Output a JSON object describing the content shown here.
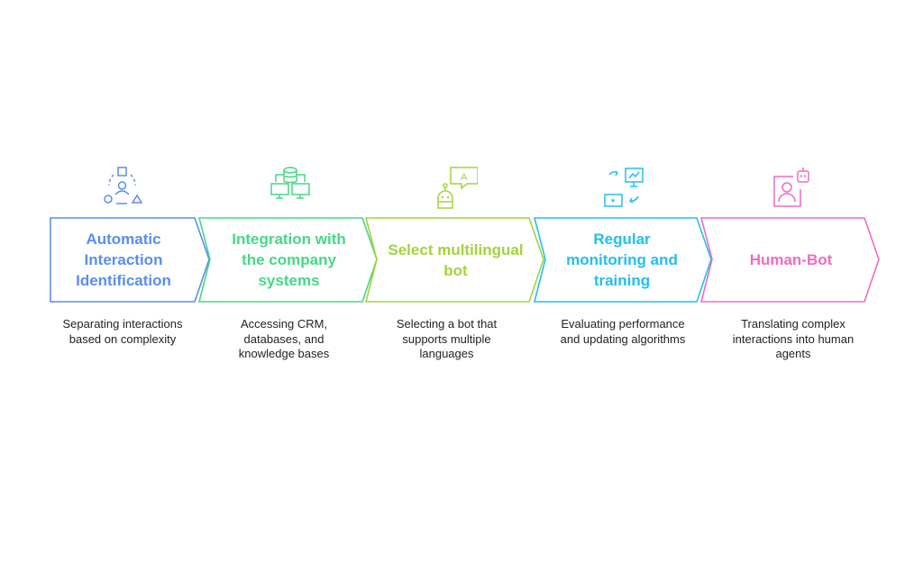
{
  "steps": [
    {
      "title": "Automatic Interaction Identification",
      "description": "Separating interactions based on complexity",
      "color": "#5b8def",
      "icon": "user-shapes-icon"
    },
    {
      "title": "Integration with the company systems",
      "description": "Accessing CRM, databases, and knowledge bases",
      "color": "#45d886",
      "icon": "database-network-icon"
    },
    {
      "title": "Select multilingual bot",
      "description": "Selecting a bot that supports multiple languages",
      "color": "#a2d43c",
      "icon": "robot-translate-icon"
    },
    {
      "title": "Regular monitoring and training",
      "description": "Evaluating performance and updating algorithms",
      "color": "#22bff0",
      "icon": "monitor-cycle-icon"
    },
    {
      "title": "Human-Bot",
      "description": "Translating complex interactions into human agents",
      "color": "#f06bc2",
      "icon": "human-bot-icon"
    }
  ]
}
